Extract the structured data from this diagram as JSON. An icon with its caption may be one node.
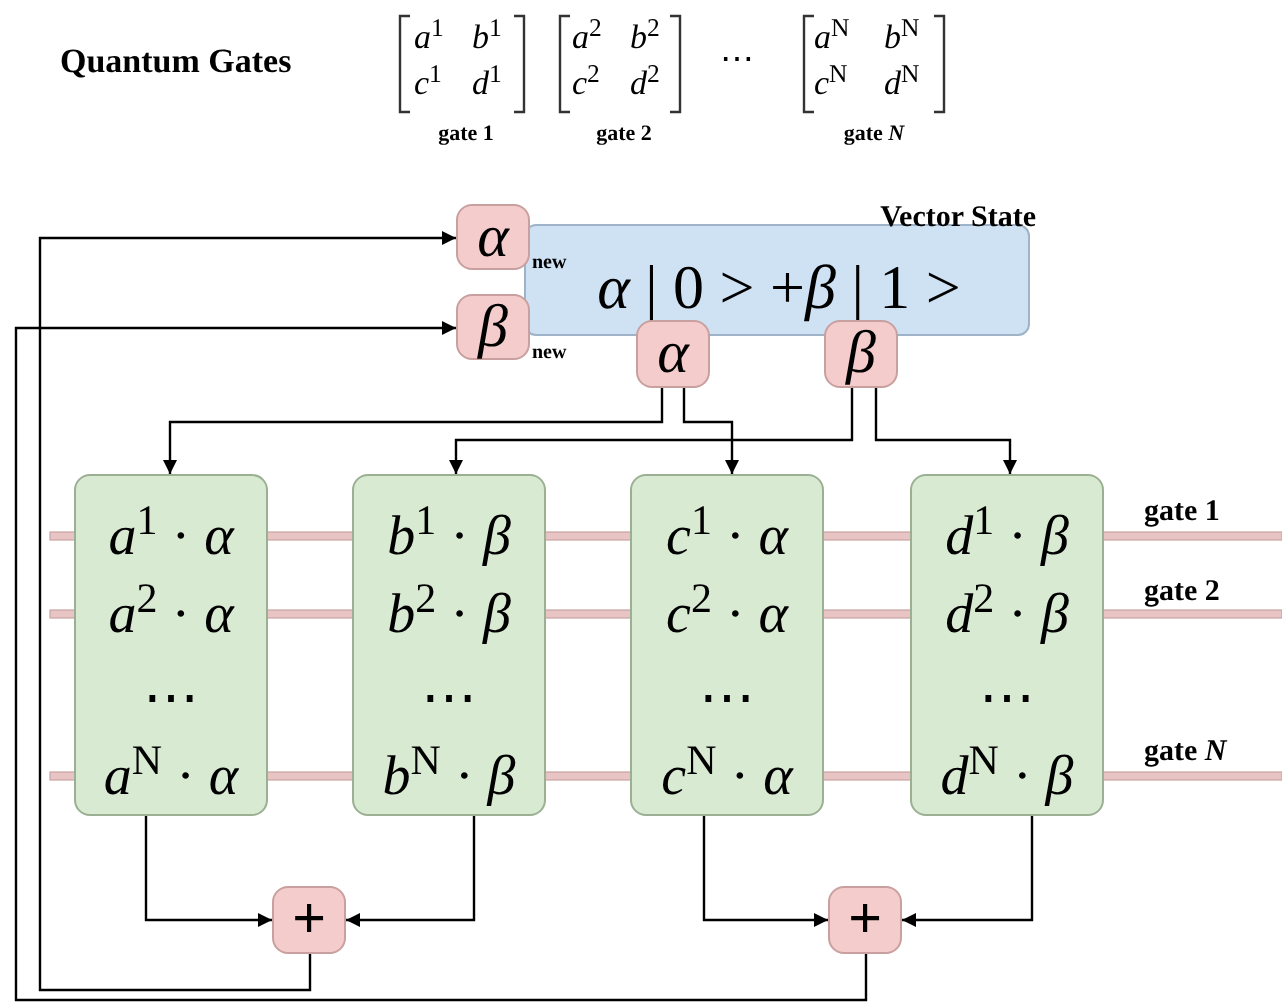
{
  "diagram": {
    "nodes": [
      {
        "text": [
          "Vector State",
          "*α* | 0 > +*β* | 1 >"
        ]
      },
      {
        "text": [
          "α"
        ],
        "beside": [
          "new"
        ]
      },
      {
        "text": [
          "β"
        ],
        "beside": [
          "new"
        ]
      },
      {
        "text": [
          "α"
        ]
      },
      {
        "text": [
          "β"
        ]
      },
      {
        "text": [
          "*a*$^{1}$ · *α*",
          "*a*$^{2}$ · *α*",
          "⋯",
          "*a*$^{N}$ · *α*"
        ]
      },
      {
        "text": [
          "*b*$^{1}$ · *β*",
          "*b*$^{2}$ · *β*",
          "⋯",
          "*b*$^{N}$ · *β*"
        ]
      },
      {
        "text": [
          "*c*$^{1}$ · *α*",
          "*c*$^{2}$ · *α*",
          "⋯",
          "*c*$^{N}$ · *α*"
        ]
      },
      {
        "text": [
          "*d*$^{1}$ · *β*",
          "*d*$^{2}$ · *β*",
          "⋯",
          "*d*$^{N}$ · *β*"
        ]
      },
      {
        "text": [
          "+"
        ]
      },
      {
        "text": [
          "+"
        ]
      }
    ],
    "edges": [
      {
        "from": 3,
        "to": 5,
        "arrow": "to"
      },
      {
        "from": 3,
        "to": 7,
        "arrow": "to"
      },
      {
        "from": 4,
        "to": 6,
        "arrow": "to"
      },
      {
        "from": 4,
        "to": 8,
        "arrow": "to"
      },
      {
        "from": 5,
        "to": 9,
        "arrow": "to"
      },
      {
        "from": 6,
        "to": 9,
        "arrow": "to"
      },
      {
        "from": 7,
        "to": 10,
        "arrow": "to"
      },
      {
        "from": 8,
        "to": 10,
        "arrow": "to"
      },
      {
        "from": 9,
        "to": 1,
        "arrow": "to"
      },
      {
        "from": 10,
        "to": 2,
        "arrow": "to"
      }
    ],
    "labels": [
      "Quantum Gates",
      "*a*$^{1}$",
      "*b*$^{1}$",
      "*c*$^{1}$",
      "*d*$^{1}$",
      "gate 1",
      "*a*$^{2}$",
      "*b*$^{2}$",
      "*c*$^{2}$",
      "*d*$^{2}$",
      "gate 2",
      "⋯",
      "*a*$^{N}$",
      "*b*$^{N}$",
      "*c*$^{N}$",
      "*d*$^{N}$",
      "gate *N*",
      "gate 1",
      "gate 2",
      "gate *N*"
    ]
  }
}
